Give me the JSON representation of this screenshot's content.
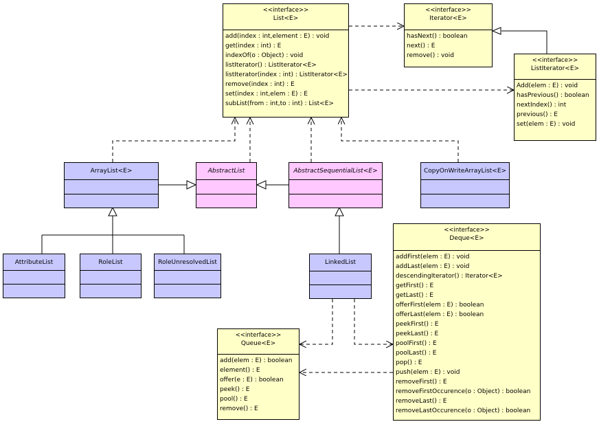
{
  "stereotype": "<<interface>>",
  "list": {
    "name": "List<E>",
    "ops": [
      "add(index : int,element : E) : void",
      "get(index : int) : E",
      "indexOf(o : Object) : void",
      "listIterator() : ListIterator<E>",
      "listIterator(index : int) : ListIterator<E>",
      "remove(index : int) : E",
      "set(index : int,elem : E) : E",
      "subList(from : int,to : int) : List<E>"
    ]
  },
  "iterator": {
    "name": "Iterator<E>",
    "ops": [
      "hasNext() : boolean",
      "next() : E",
      "remove() : void"
    ]
  },
  "listiterator": {
    "name": "ListIterator<E>",
    "ops": [
      "Add(elem : E) : void",
      "hasPrevious() : boolean",
      "nextIndex() : int",
      "previous() : E",
      "set(elem : E) : void"
    ]
  },
  "arraylist": {
    "name": "ArrayList<E>"
  },
  "abstractlist": {
    "name": "AbstractList"
  },
  "abstractsequentiallist": {
    "name": "AbstractSequentialList<E>"
  },
  "copyonwritearraylist": {
    "name": "CopyOnWriteArrayList<E>"
  },
  "attributelist": {
    "name": "AttributeList"
  },
  "rolelist": {
    "name": "RoleList"
  },
  "roleunresolvedlist": {
    "name": "RoleUnresolvedList"
  },
  "linkedlist": {
    "name": "LinkedList"
  },
  "deque": {
    "name": "Deque<E>",
    "ops": [
      "addFirst(elem : E) : void",
      "addLast(elem : E) : void",
      "descendingIterator() : Iterator<E>",
      "getFirst() : E",
      "getLast() : E",
      "offerFirst(elem : E) : boolean",
      "offerLast(elem : E) : boolean",
      "peekFirst() : E",
      "peekLast() : E",
      "poolFirst() : E",
      "poolLast() : E",
      "pop() : E",
      "push(elem : E) : void",
      "removeFirst() : E",
      "removeFirstOccurence(o : Object) : boolean",
      "removeLast() : E",
      "removeLastOccurence(o : Object) : boolean"
    ]
  },
  "queue": {
    "name": "Queue<E>",
    "ops": [
      "add(elem : E) : boolean",
      "element() : E",
      "offer(e : E) : boolean",
      "peek() : E",
      "pool() : E",
      "remove() : E"
    ]
  }
}
